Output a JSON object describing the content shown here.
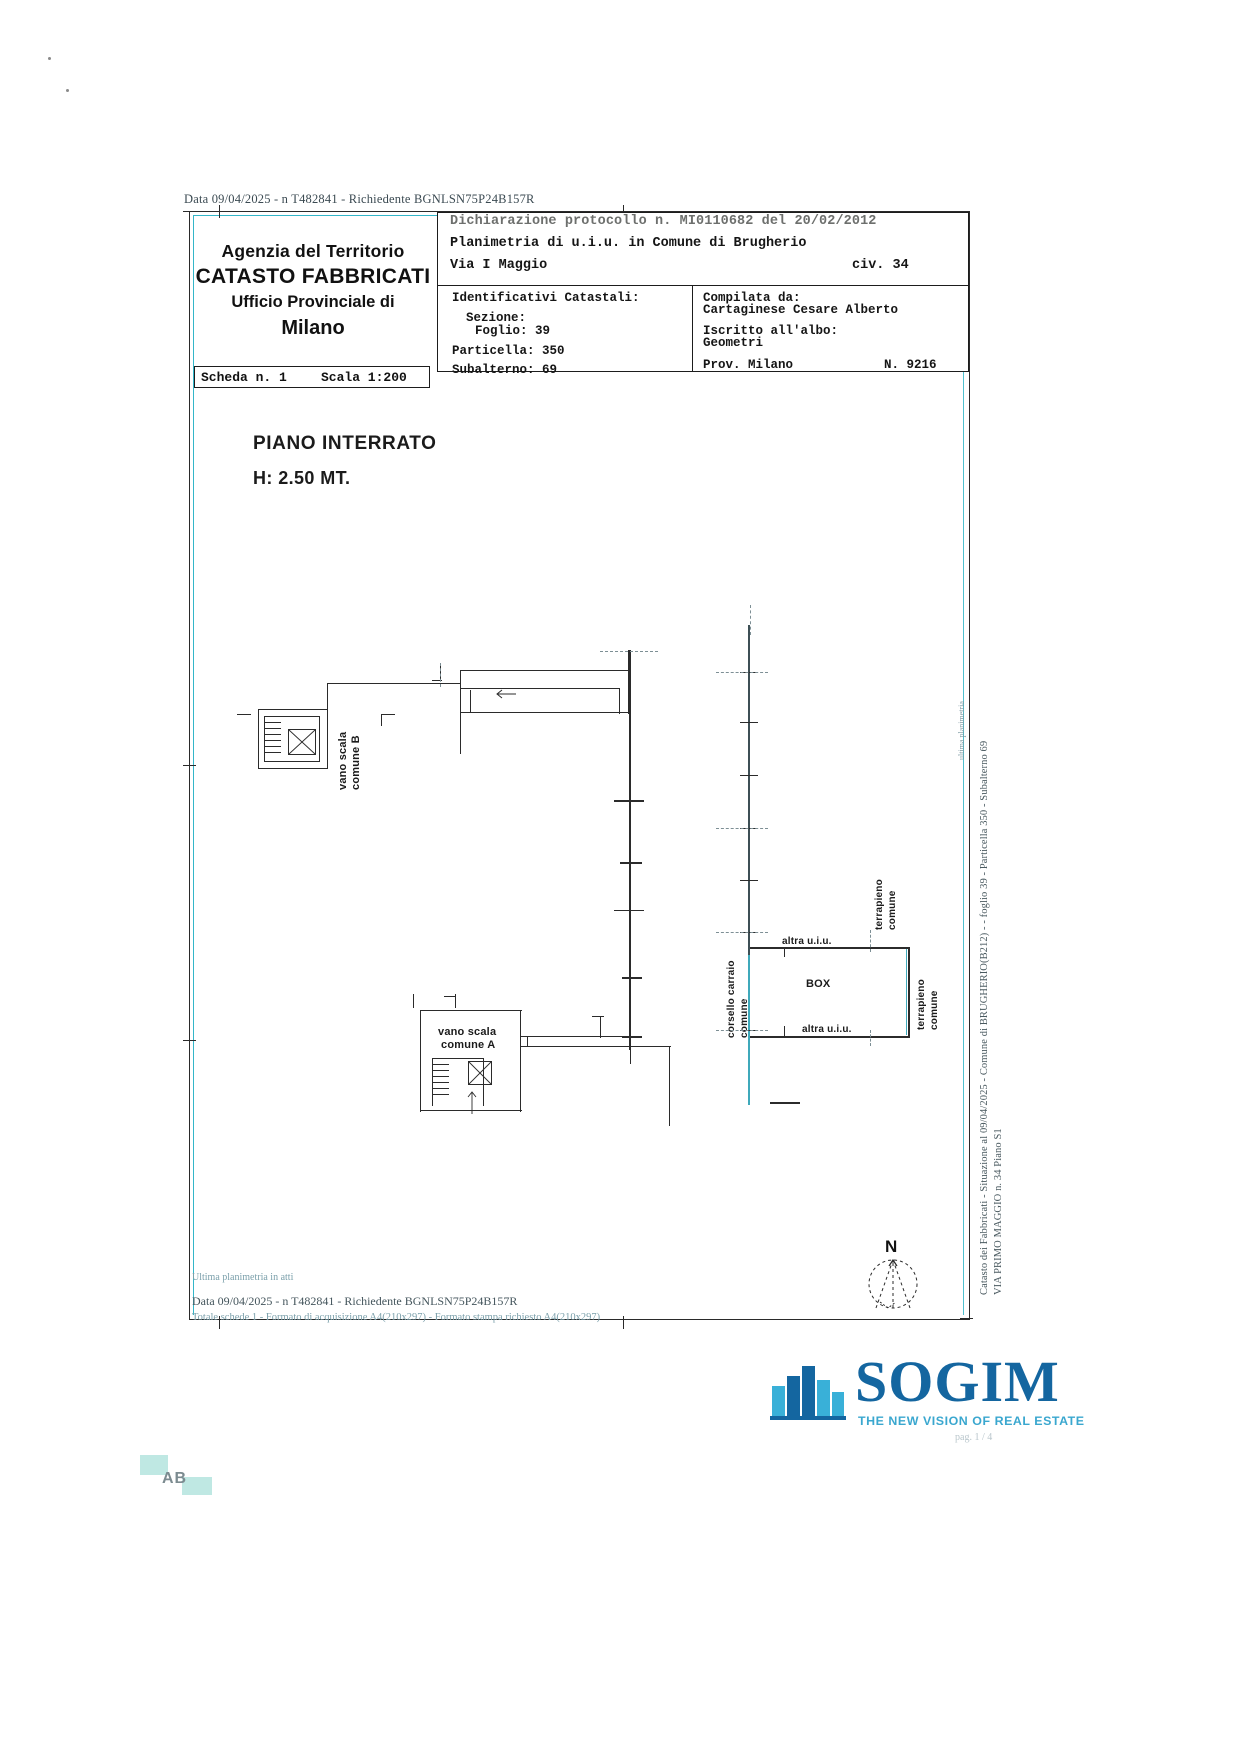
{
  "document": {
    "top_date_line": "Data  09/04/2025 - n  T482841 - Richiedente  BGNLSN75P24B157R"
  },
  "agency": {
    "line1": "Agenzia del Territorio",
    "line2": "CATASTO FABBRICATI",
    "line3": "Ufficio Provinciale di",
    "line4": "Milano"
  },
  "scheda": {
    "number_label": "Scheda n. 1",
    "scale_label": "Scala 1:200"
  },
  "header": {
    "protocol": "Dichiarazione protocollo n. MI0110682 del  20/02/2012",
    "planimetry": "Planimetria di u.i.u. in Comune di Brugherio",
    "street": "Via I Maggio",
    "civic": "civ. 34",
    "identifiers_title": "Identificativi Catastali:",
    "sezione": "Sezione:",
    "foglio": "Foglio: 39",
    "particella": "Particella: 350",
    "subalterno": "Subalterno: 69",
    "compiled_by_label": "Compilata da:",
    "compiled_by_name": "Cartaginese Cesare Alberto",
    "registered_label": "Iscritto all'albo:",
    "registered_value": "Geometri",
    "province": "Prov. Milano",
    "registry_number": "N.  9216"
  },
  "plan": {
    "floor_title": "PIANO INTERRATO",
    "height": "H: 2.50 MT.",
    "labels": {
      "vano_scala_b_1": "vano scala",
      "vano_scala_b_2": "comune B",
      "vano_scala_a_1": "vano scala",
      "vano_scala_a_2": "comune A",
      "box": "BOX",
      "altra_uiu_top": "altra u.i.u.",
      "altra_uiu_bottom": "altra u.i.u.",
      "corsello_1": "corsello carraio",
      "corsello_2": "comune",
      "terrapieno_top_1": "terrapieno",
      "terrapieno_top_2": "comune",
      "terrapieno_right_1": "terrapieno",
      "terrapieno_right_2": "comune"
    },
    "compass": "N"
  },
  "side_caption": {
    "line1": "Catasto dei Fabbricati - Situazione al 09/04/2025 - Comune di BRUGHERIO(B212) -  - foglio 39 - Particella  350 - Subalterno 69",
    "line2": "VIA PRIMO MAGGIO n. 34 Piano S1",
    "watermark": "ultima planimetria"
  },
  "footer": {
    "line1": "Ultima planimetria in atti",
    "line2": "Data  09/04/2025 - n  T482841 - Richiedente  BGNLSN75P24B157R",
    "line3": "Totale schede  1 - Formato di acquisizione  A4(210x297) - Formato stampa richiesto  A4(210x297)"
  },
  "logo": {
    "word": "SOGIM",
    "tagline": "THE NEW VISION OF REAL ESTATE",
    "page_note": "pag. 1 / 4",
    "ab_mark": "AB"
  },
  "colors": {
    "cyan": "#34b6c9",
    "logo_blue": "#1466a0",
    "logo_light": "#3aa7cf",
    "ink": "#1b1b1b"
  }
}
